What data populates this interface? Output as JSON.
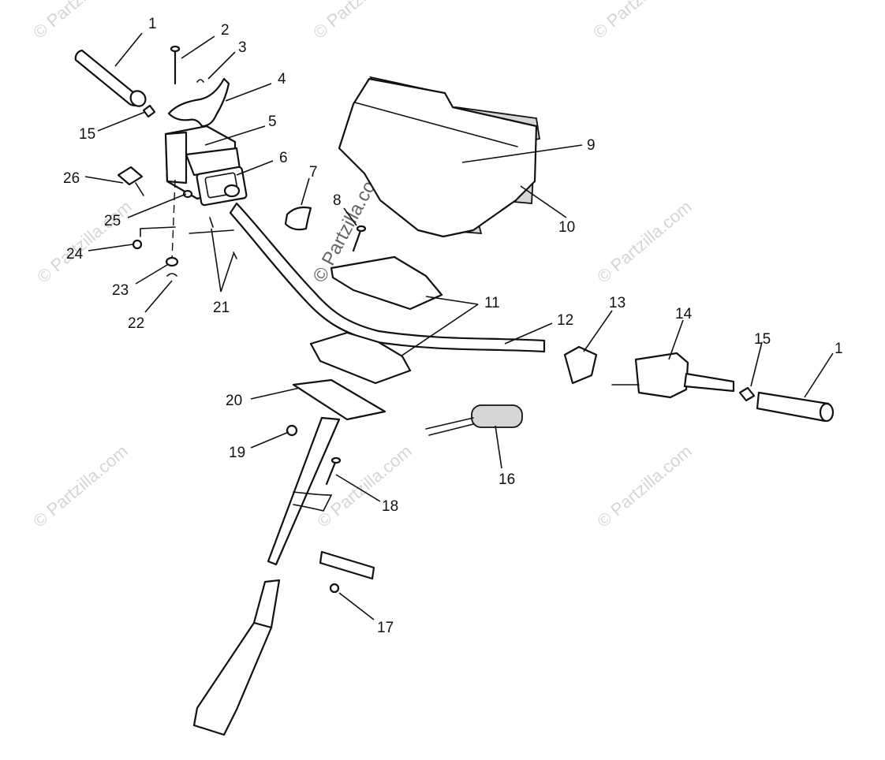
{
  "callouts": {
    "c1_left": "1",
    "c2": "2",
    "c3": "3",
    "c4": "4",
    "c5": "5",
    "c6": "6",
    "c7": "7",
    "c8": "8",
    "c9": "9",
    "c10": "10",
    "c11": "11",
    "c12": "12",
    "c13": "13",
    "c14": "14",
    "c15_left": "15",
    "c15_right": "15",
    "c1_right": "1",
    "c16": "16",
    "c17": "17",
    "c18": "18",
    "c19": "19",
    "c20": "20",
    "c21": "21",
    "c22": "22",
    "c23": "23",
    "c24": "24",
    "c25": "25",
    "c26": "26"
  },
  "watermark": "© Partzilla.com",
  "watermark_main": "© Partzilla.com"
}
